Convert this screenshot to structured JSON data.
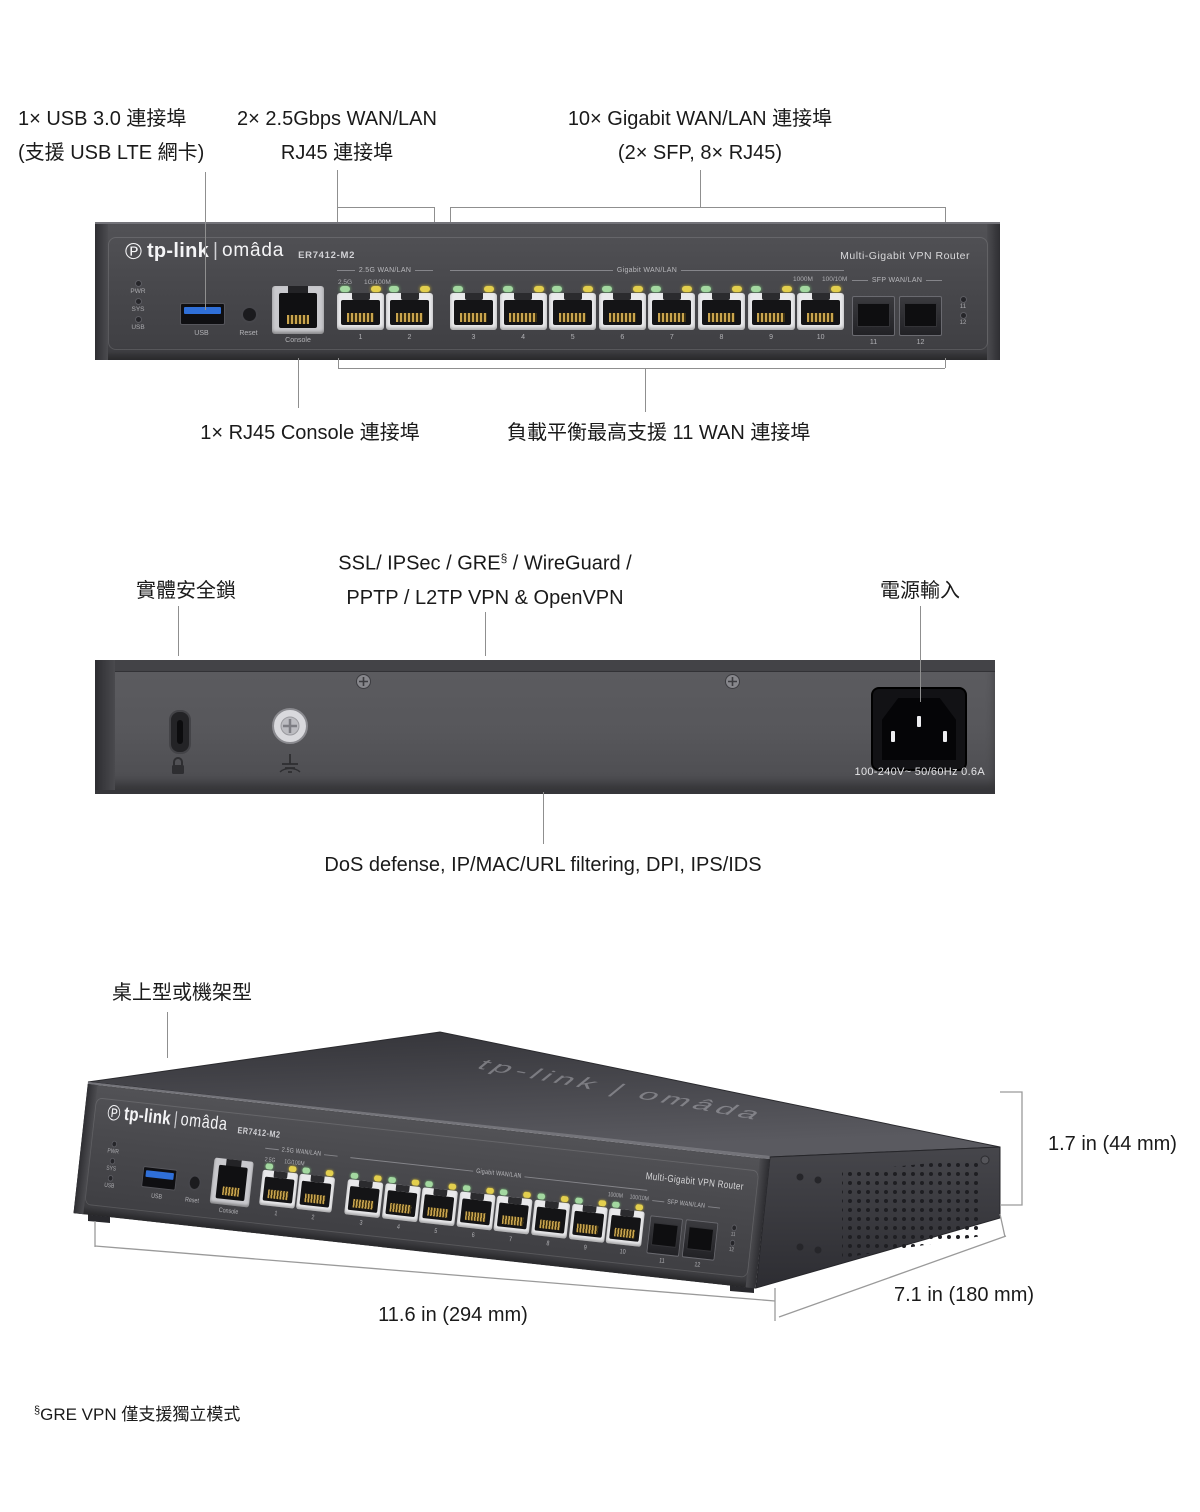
{
  "annotations": {
    "usb_l1": "1× USB 3.0 連接埠",
    "usb_l2": "(支援 USB LTE 網卡)",
    "g25_l1": "2× 2.5Gbps WAN/LAN",
    "g25_l2": "RJ45 連接埠",
    "g10_l1": "10× Gigabit WAN/LAN 連接埠",
    "g10_l2": "(2× SFP, 8× RJ45)",
    "console": "1× RJ45 Console 連接埠",
    "load_balance": "負載平衡最高支援 11 WAN 連接埠",
    "lock": "實體安全鎖",
    "vpn_a": "SSL/ IPSec / GRE",
    "vpn_sup": "§",
    "vpn_b": " / WireGuard /",
    "vpn_l2": "PPTP / L2TP VPN & OpenVPN",
    "power": "電源輸入",
    "security": "DoS defense, IP/MAC/URL filtering, DPI, IPS/IDS",
    "mount": "桌上型或機架型",
    "footnote_sup": "§",
    "footnote": "GRE VPN 僅支援獨立模式"
  },
  "panel": {
    "brand": "tp-link",
    "brand_sep": "|",
    "brand_sub": "omâda",
    "model": "ER7412-M2",
    "product": "Multi-Gigabit VPN Router",
    "leds": [
      "PWR",
      "SYS",
      "USB"
    ],
    "usb": "USB",
    "reset": "Reset",
    "console": "Console",
    "grp_25g": "2.5G WAN/LAN",
    "s_25g": "2.5G",
    "s_1g": "1G/100M",
    "grp_gig": "Gigabit WAN/LAN",
    "s_1000": "1000M",
    "s_100": "100/10M",
    "grp_sfp": "SFP WAN/LAN",
    "ports_25g": [
      "1",
      "2"
    ],
    "ports_gig": [
      "3",
      "4",
      "5",
      "6",
      "7",
      "8",
      "9",
      "10"
    ],
    "ports_sfp": [
      "11",
      "12"
    ],
    "sfp_leds": [
      "11",
      "12"
    ]
  },
  "back": {
    "rating": "100-240V~ 50/60Hz 0.6A"
  },
  "persp": {
    "top_logo": "tp-link | omâda"
  },
  "dims": {
    "height": "1.7 in (44 mm)",
    "width": "11.6 in (294 mm)",
    "depth": "7.1 in (180 mm)"
  },
  "colors": {
    "chassis_dark": "#47474b",
    "chassis_back": "#57575b",
    "usb_blue": "#2f6fd8",
    "led_green": "#a3d8a0",
    "led_yellow": "#e3cf4e",
    "leader_gray": "#8f8f8f"
  }
}
